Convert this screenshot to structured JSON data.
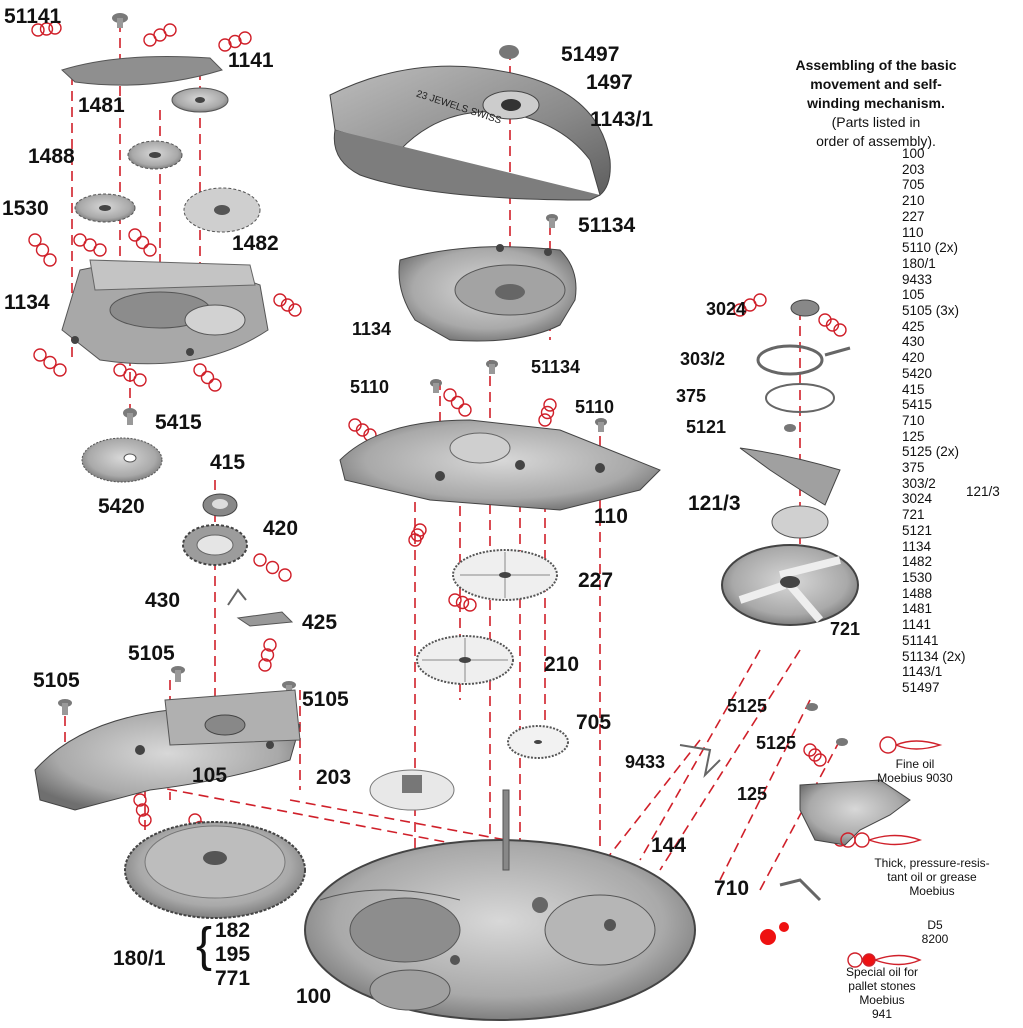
{
  "title": {
    "line1": "Assembling of the basic",
    "line2": "movement and self-",
    "line3": "winding mechanism.",
    "line4": "(Parts listed in",
    "line5": "order of assembly)."
  },
  "assembly_order": [
    "100",
    "203",
    "705",
    "210",
    "227",
    "110",
    "5110 (2x)",
    "180/1",
    "9433",
    "105",
    "5105 (3x)",
    "425",
    "430",
    "420",
    "5420",
    "415",
    "5415",
    "710",
    "125",
    "5125 (2x)",
    "375",
    "303/2",
    "3024",
    "721",
    "5121",
    "1134",
    "1482",
    "1530",
    "1488",
    "1481",
    "1141",
    "51141",
    "51134 (2x)",
    "1143/1",
    "51497"
  ],
  "side_ref": "121/3",
  "part_labels": {
    "p51141": "51141",
    "p1141": "1141",
    "p1481": "1481",
    "p1488": "1488",
    "p1530": "1530",
    "p1482": "1482",
    "p1134a": "1134",
    "p5415": "5415",
    "p415": "415",
    "p5420": "5420",
    "p420": "420",
    "p430": "430",
    "p425": "425",
    "p5105a": "5105",
    "p5105b": "5105",
    "p5105c": "5105",
    "p105": "105",
    "p203": "203",
    "p180": "180/1",
    "p182": "182",
    "p195": "195",
    "p771": "771",
    "p100": "100",
    "p51497": "51497",
    "p1497": "1497",
    "p1143": "1143/1",
    "p51134a": "51134",
    "p1134b": "1134",
    "p51134b": "51134",
    "p5110a": "5110",
    "p5110b": "5110",
    "p110": "110",
    "p227": "227",
    "p210": "210",
    "p705": "705",
    "p9433": "9433",
    "p144": "144",
    "p710": "710",
    "p3024": "3024",
    "p3032": "303/2",
    "p375": "375",
    "p5121": "5121",
    "p1213": "121/3",
    "p721": "721",
    "p5125a": "5125",
    "p5125b": "5125",
    "p125": "125"
  },
  "rotor_text": "23 JEWELS SWISS",
  "legend": {
    "fine_oil": [
      "Fine oil",
      "Moebius 9030"
    ],
    "thick_oil": [
      "Thick, pressure-resis-",
      "tant oil or grease",
      "Moebius"
    ],
    "d5": [
      "D5",
      "8200"
    ],
    "special_oil": [
      "Special oil for",
      "pallet stones",
      "Moebius",
      "941"
    ]
  },
  "colors": {
    "leader": "#d0202a",
    "metal": "#9a9a9a",
    "text": "#111111"
  }
}
